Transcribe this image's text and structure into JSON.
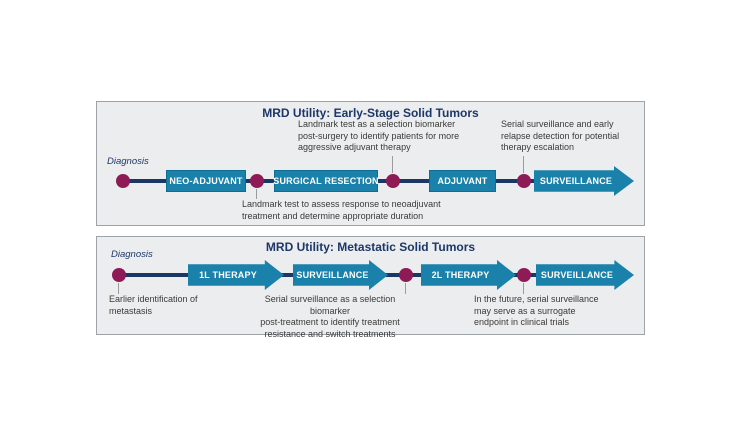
{
  "figure": {
    "colors": {
      "navy": "#1a3765",
      "title_navy": "#1c3768",
      "stage_teal": "#1a81ab",
      "stage_teal_border": "#0f6d93",
      "milestone_magenta": "#8e1a56",
      "panel_background": "#ecedee",
      "panel_border": "#9ea3a8",
      "annotation_text": "#3a3a3a",
      "connector_gray": "#9b9b9b"
    },
    "panels": [
      {
        "title": "MRD Utility: Early-Stage Solid Tumors",
        "diagnosis_label": "Diagnosis",
        "stages": [
          {
            "label": "NEO-ADJUVANT",
            "shape": "rect"
          },
          {
            "label": "SURGICAL RESECTION",
            "shape": "rect"
          },
          {
            "label": "ADJUVANT",
            "shape": "rect"
          },
          {
            "label": "SURVEILLANCE",
            "shape": "arrow"
          }
        ],
        "annotations": [
          {
            "position": "above-timeline",
            "text": "Landmark test as a selection biomarker\npost-surgery to identify patients for more\naggressive adjuvant therapy"
          },
          {
            "position": "above-timeline",
            "text": "Serial surveillance and early\nrelapse detection for potential\ntherapy escalation"
          },
          {
            "position": "below-timeline",
            "text": "Landmark test to assess response to neoadjuvant\ntreatment and determine appropriate duration"
          }
        ]
      },
      {
        "title": "MRD Utility: Metastatic Solid Tumors",
        "diagnosis_label": "Diagnosis",
        "stages": [
          {
            "label": "1L THERAPY",
            "shape": "arrow"
          },
          {
            "label": "SURVEILLANCE",
            "shape": "arrow"
          },
          {
            "label": "2L THERAPY",
            "shape": "arrow"
          },
          {
            "label": "SURVEILLANCE",
            "shape": "arrow"
          }
        ],
        "annotations": [
          {
            "position": "below-timeline",
            "text": "Earlier identification of\nmetastasis"
          },
          {
            "position": "below-timeline",
            "text": "Serial surveillance as a selection biomarker\npost-treatment to identify treatment\nresistance and switch treatments"
          },
          {
            "position": "below-timeline",
            "text": "In the future, serial surveillance\nmay serve as a surrogate\nendpoint in clinical trials"
          }
        ]
      }
    ]
  }
}
